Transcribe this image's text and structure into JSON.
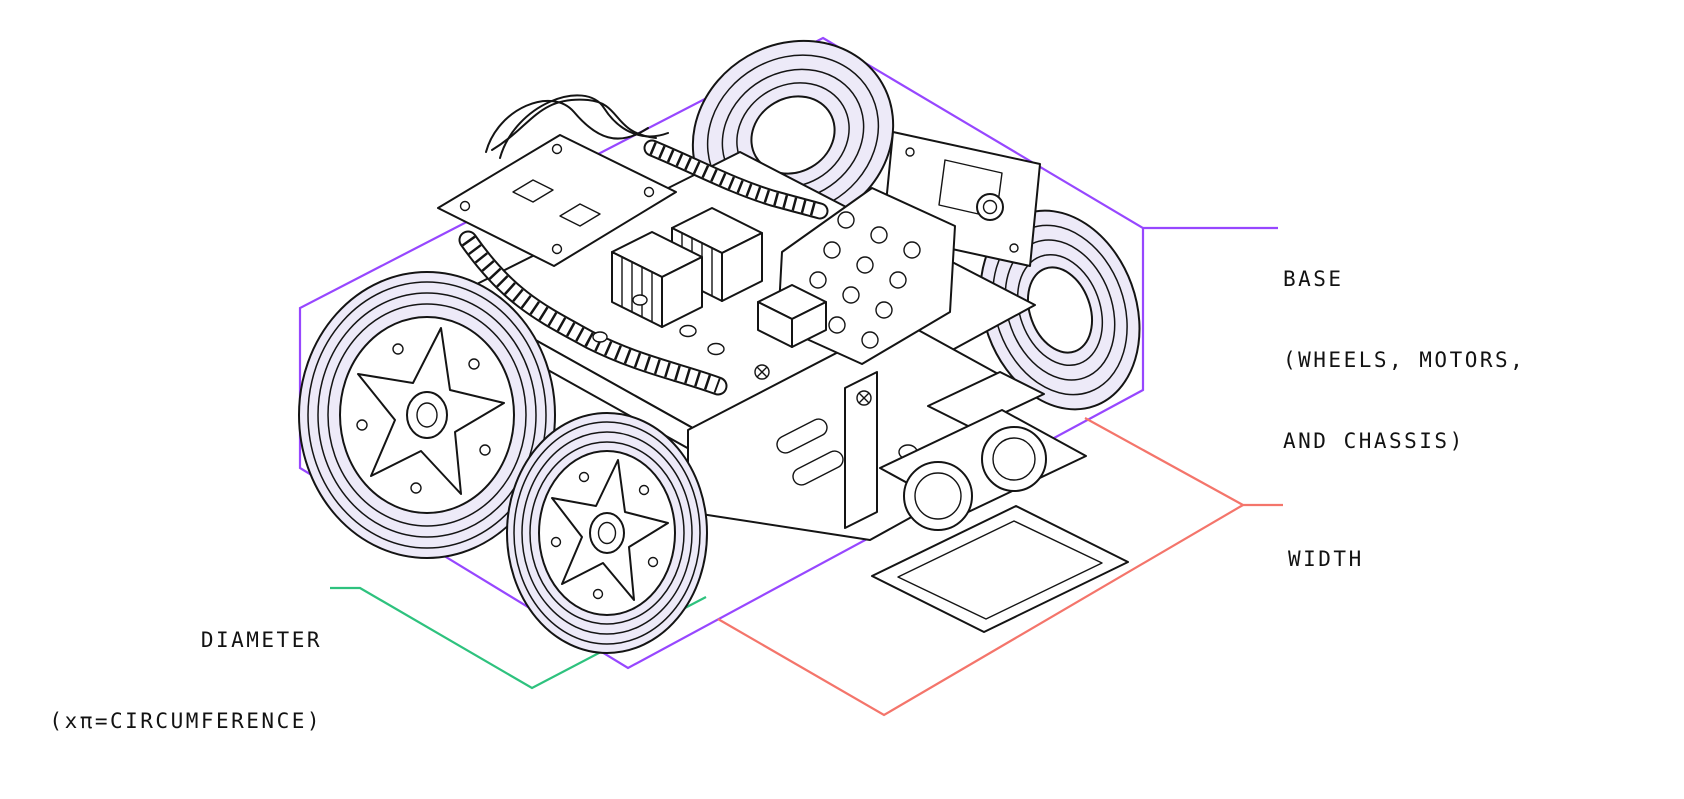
{
  "labels": {
    "base": {
      "line1": "BASE",
      "line2": "(WHEELS, MOTORS,",
      "line3": "AND CHASSIS)"
    },
    "width": {
      "line1": "WIDTH"
    },
    "diameter": {
      "line1": "DIAMETER",
      "line2": "(xπ=CIRCUMFERENCE)"
    }
  },
  "colors": {
    "base_annotation": "#9747FF",
    "width_annotation": "#F4756B",
    "diameter_annotation": "#2EC27E",
    "outline": "#141414",
    "wheel_fill": "#EDEAF8",
    "background": "#FFFFFF"
  }
}
